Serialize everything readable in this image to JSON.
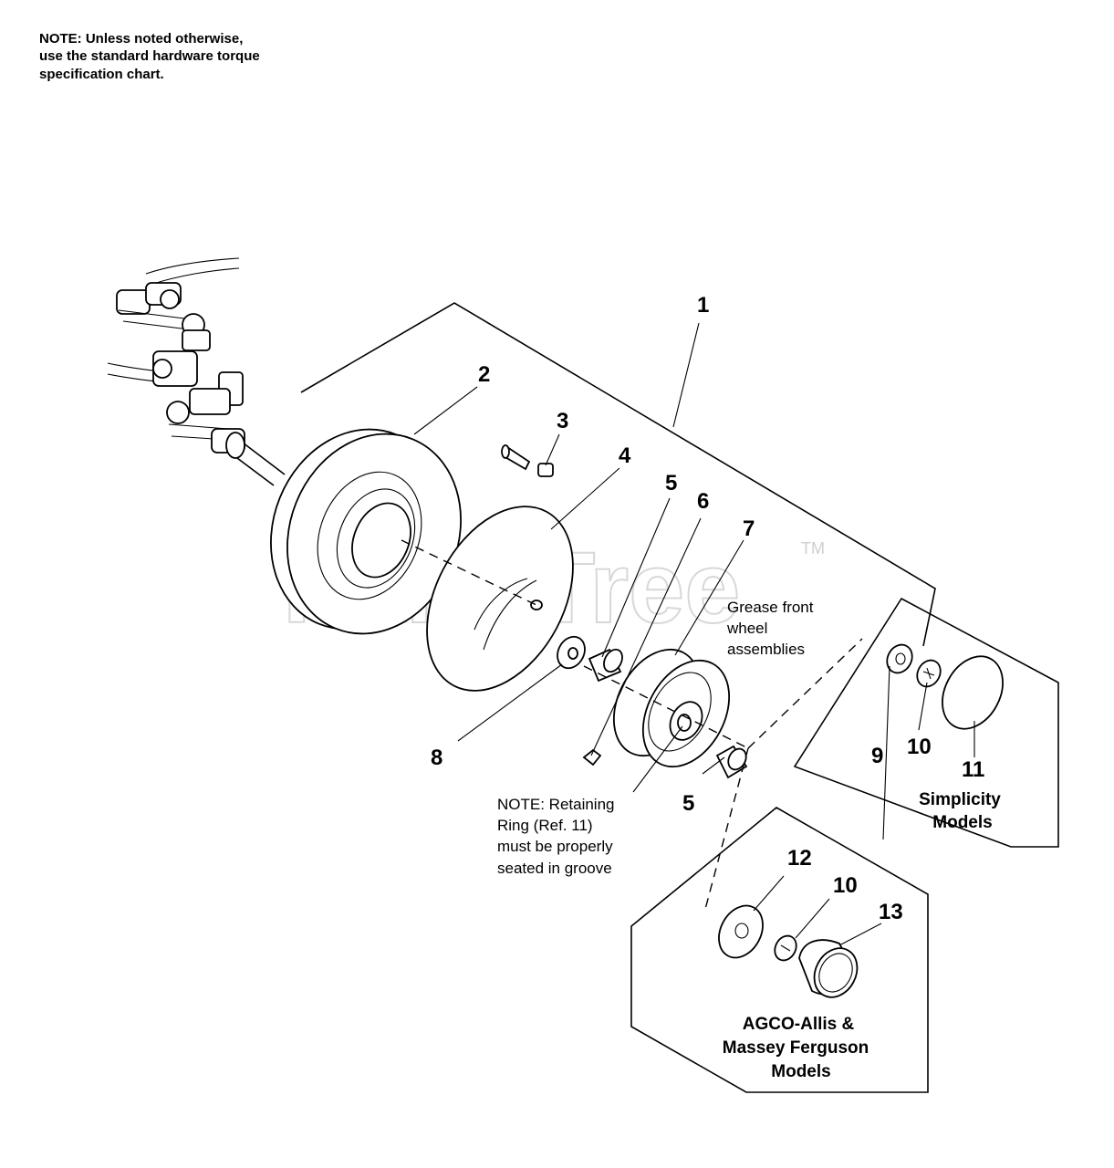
{
  "note_top": [
    "NOTE: Unless noted otherwise,",
    "use the standard hardware torque",
    "specification chart."
  ],
  "watermark": "PartsTree",
  "watermark_tm": "TM",
  "callouts": {
    "c1": "1",
    "c2": "2",
    "c3": "3",
    "c4": "4",
    "c5a": "5",
    "c6": "6",
    "c7": "7",
    "c8": "8",
    "c5b": "5",
    "c9": "9",
    "c10a": "10",
    "c11": "11",
    "c12": "12",
    "c10b": "10",
    "c13": "13"
  },
  "grease_note": [
    "Grease front",
    "wheel",
    "assemblies"
  ],
  "retaining_note": [
    "NOTE: Retaining",
    "Ring (Ref. 11)",
    "must be properly",
    "seated in groove"
  ],
  "simplicity_label": [
    "Simplicity",
    "Models"
  ],
  "agco_label": [
    "AGCO-Allis &",
    "Massey Ferguson",
    "Models"
  ]
}
